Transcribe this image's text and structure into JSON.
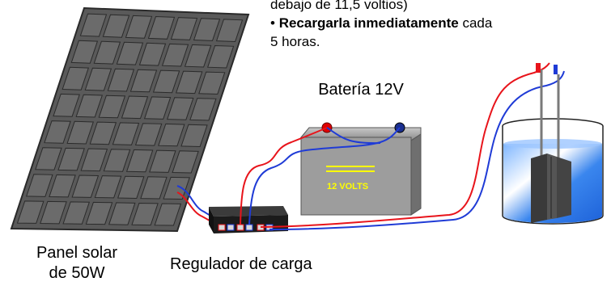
{
  "notes": {
    "line1": "debajo de 11,5 voltios)",
    "line2_bullet": "•",
    "line2_bold": "Recargarla inmediatamente",
    "line2_rest": " cada",
    "line3": "5 horas."
  },
  "labels": {
    "battery": "Batería 12V",
    "battery_face": "12 VOLTS",
    "panel_line1": "Panel solar",
    "panel_line2": "de 50W",
    "regulator": "Regulador de carga"
  },
  "colors": {
    "wire_positive": "#e8141b",
    "wire_negative": "#1f3bd6",
    "panel_frame": "#4a4a4a",
    "panel_cell": "#6b6b6b",
    "battery_body": "#9a9a9a",
    "battery_label": "#ffff00",
    "water": "#2f7fe8"
  }
}
